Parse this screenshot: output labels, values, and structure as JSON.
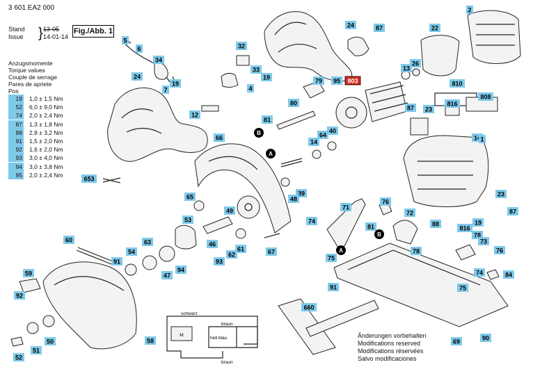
{
  "header": {
    "doc_number": "3 601 EA2 000",
    "stand_label": "Stand",
    "issue_label": "Issue",
    "stand_date": "13-05",
    "issue_date": "14-01-14",
    "figure_label": "Fig./Abb. 1"
  },
  "torque": {
    "headings": [
      "Anzugsmomente",
      "Torque values",
      "Couple de serrage",
      "Pares de apriete",
      "Pos"
    ],
    "rows": [
      {
        "pos": "19",
        "value": "1,0 ± 1,5 Nm"
      },
      {
        "pos": "52",
        "value": "6,0 ± 9,0 Nm"
      },
      {
        "pos": "74",
        "value": "2,0 ± 2,4 Nm"
      },
      {
        "pos": "87",
        "value": "1,3 ± 1,8 Nm"
      },
      {
        "pos": "88",
        "value": "2,8 ± 3,2 Nm"
      },
      {
        "pos": "91",
        "value": "1,5 ± 2,0 Nm"
      },
      {
        "pos": "92",
        "value": "1,6 ± 2,0 Nm"
      },
      {
        "pos": "93",
        "value": "3,0 ± 4,0 Nm"
      },
      {
        "pos": "94",
        "value": "3,0 ± 3,8 Nm"
      },
      {
        "pos": "95",
        "value": "2,0 ± 2,4 Nm"
      }
    ]
  },
  "wiring": {
    "wire_top": "schwarz",
    "wire_right": "braun",
    "wire_mid": "hell blau",
    "wire_bottom": "braun",
    "motor": "M"
  },
  "notes": [
    "Änderungen vorbehalten",
    "Modifications reserved",
    "Modifications réservées",
    "Salvo modificaciones"
  ],
  "parts": [
    {
      "n": "5",
      "highlight": false
    },
    {
      "n": "6",
      "highlight": false
    },
    {
      "n": "34",
      "highlight": false
    },
    {
      "n": "24",
      "highlight": false
    },
    {
      "n": "19",
      "highlight": false
    },
    {
      "n": "7",
      "highlight": false
    },
    {
      "n": "12",
      "highlight": false
    },
    {
      "n": "32",
      "highlight": false
    },
    {
      "n": "33",
      "highlight": false
    },
    {
      "n": "19",
      "highlight": false
    },
    {
      "n": "4",
      "highlight": false
    },
    {
      "n": "24",
      "highlight": false
    },
    {
      "n": "87",
      "highlight": false
    },
    {
      "n": "22",
      "highlight": false
    },
    {
      "n": "2",
      "highlight": false
    },
    {
      "n": "13",
      "highlight": false
    },
    {
      "n": "26",
      "highlight": false
    },
    {
      "n": "79",
      "highlight": false
    },
    {
      "n": "95",
      "highlight": false
    },
    {
      "n": "803",
      "highlight": true
    },
    {
      "n": "80",
      "highlight": false
    },
    {
      "n": "81",
      "highlight": false
    },
    {
      "n": "14",
      "highlight": false
    },
    {
      "n": "64",
      "highlight": false
    },
    {
      "n": "40",
      "highlight": false
    },
    {
      "n": "810",
      "highlight": false
    },
    {
      "n": "816",
      "highlight": false
    },
    {
      "n": "808",
      "highlight": false
    },
    {
      "n": "87",
      "highlight": false
    },
    {
      "n": "23",
      "highlight": false
    },
    {
      "n": "14",
      "highlight": false
    },
    {
      "n": "1",
      "highlight": false
    },
    {
      "n": "66",
      "highlight": false
    },
    {
      "n": "653",
      "highlight": false
    },
    {
      "n": "39",
      "highlight": false
    },
    {
      "n": "48",
      "highlight": false
    },
    {
      "n": "65",
      "highlight": false
    },
    {
      "n": "49",
      "highlight": false
    },
    {
      "n": "53",
      "highlight": false
    },
    {
      "n": "71",
      "highlight": false
    },
    {
      "n": "76",
      "highlight": false
    },
    {
      "n": "72",
      "highlight": false
    },
    {
      "n": "23",
      "highlight": false
    },
    {
      "n": "74",
      "highlight": false
    },
    {
      "n": "81",
      "highlight": false
    },
    {
      "n": "88",
      "highlight": false
    },
    {
      "n": "19",
      "highlight": false
    },
    {
      "n": "87",
      "highlight": false
    },
    {
      "n": "816",
      "highlight": false
    },
    {
      "n": "78",
      "highlight": false
    },
    {
      "n": "73",
      "highlight": false
    },
    {
      "n": "76",
      "highlight": false
    },
    {
      "n": "78",
      "highlight": false
    },
    {
      "n": "60",
      "highlight": false
    },
    {
      "n": "46",
      "highlight": false
    },
    {
      "n": "62",
      "highlight": false
    },
    {
      "n": "61",
      "highlight": false
    },
    {
      "n": "67",
      "highlight": false
    },
    {
      "n": "75",
      "highlight": false
    },
    {
      "n": "54",
      "highlight": false
    },
    {
      "n": "63",
      "highlight": false
    },
    {
      "n": "91",
      "highlight": false
    },
    {
      "n": "93",
      "highlight": false
    },
    {
      "n": "94",
      "highlight": false
    },
    {
      "n": "47",
      "highlight": false
    },
    {
      "n": "59",
      "highlight": false
    },
    {
      "n": "92",
      "highlight": false
    },
    {
      "n": "74",
      "highlight": false
    },
    {
      "n": "84",
      "highlight": false
    },
    {
      "n": "91",
      "highlight": false
    },
    {
      "n": "75",
      "highlight": false
    },
    {
      "n": "660",
      "highlight": false
    },
    {
      "n": "58",
      "highlight": false
    },
    {
      "n": "50",
      "highlight": false
    },
    {
      "n": "51",
      "highlight": false
    },
    {
      "n": "52",
      "highlight": false
    },
    {
      "n": "69",
      "highlight": false
    },
    {
      "n": "90",
      "highlight": false
    }
  ],
  "refs": [
    {
      "t": "B"
    },
    {
      "t": "A"
    },
    {
      "t": "B"
    },
    {
      "t": "A"
    }
  ]
}
